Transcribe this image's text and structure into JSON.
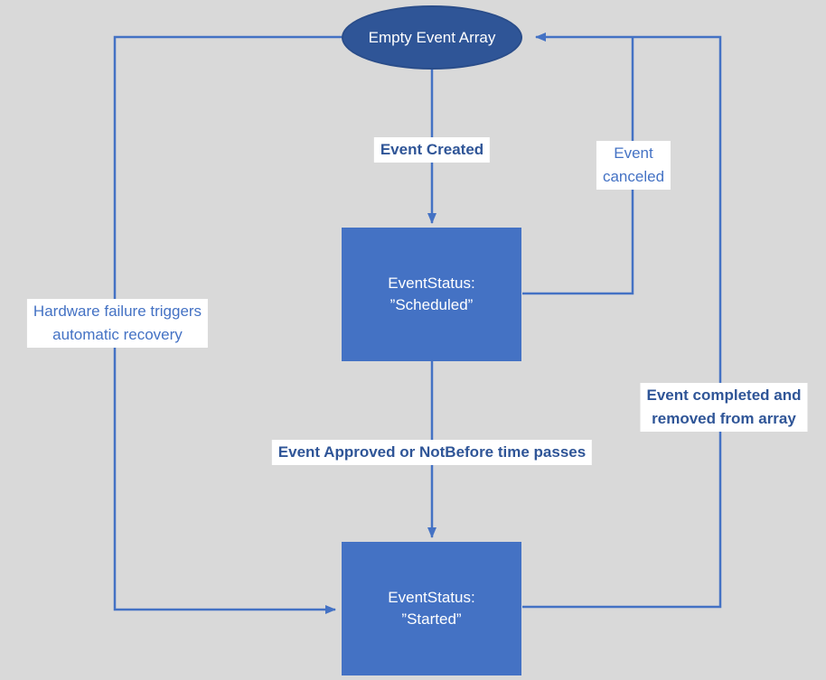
{
  "diagram": {
    "colors": {
      "background": "#d9d9d9",
      "accent": "#4472c4",
      "start_node_fill": "#2f5597",
      "label_background": "#ffffff"
    },
    "nodes": {
      "empty_event_array": {
        "label": "Empty Event Array"
      },
      "scheduled": {
        "line1": "EventStatus:",
        "line2": "”Scheduled”"
      },
      "started": {
        "line1": "EventStatus:",
        "line2": "”Started”"
      }
    },
    "edges": {
      "event_created": {
        "label": "Event Created"
      },
      "event_canceled": {
        "line1": "Event",
        "line2": "canceled"
      },
      "hardware_failure": {
        "line1": "Hardware failure triggers",
        "line2": "automatic recovery"
      },
      "event_approved": {
        "label": "Event Approved or NotBefore time passes"
      },
      "event_completed": {
        "line1": "Event completed and",
        "line2": "removed from array"
      }
    }
  }
}
